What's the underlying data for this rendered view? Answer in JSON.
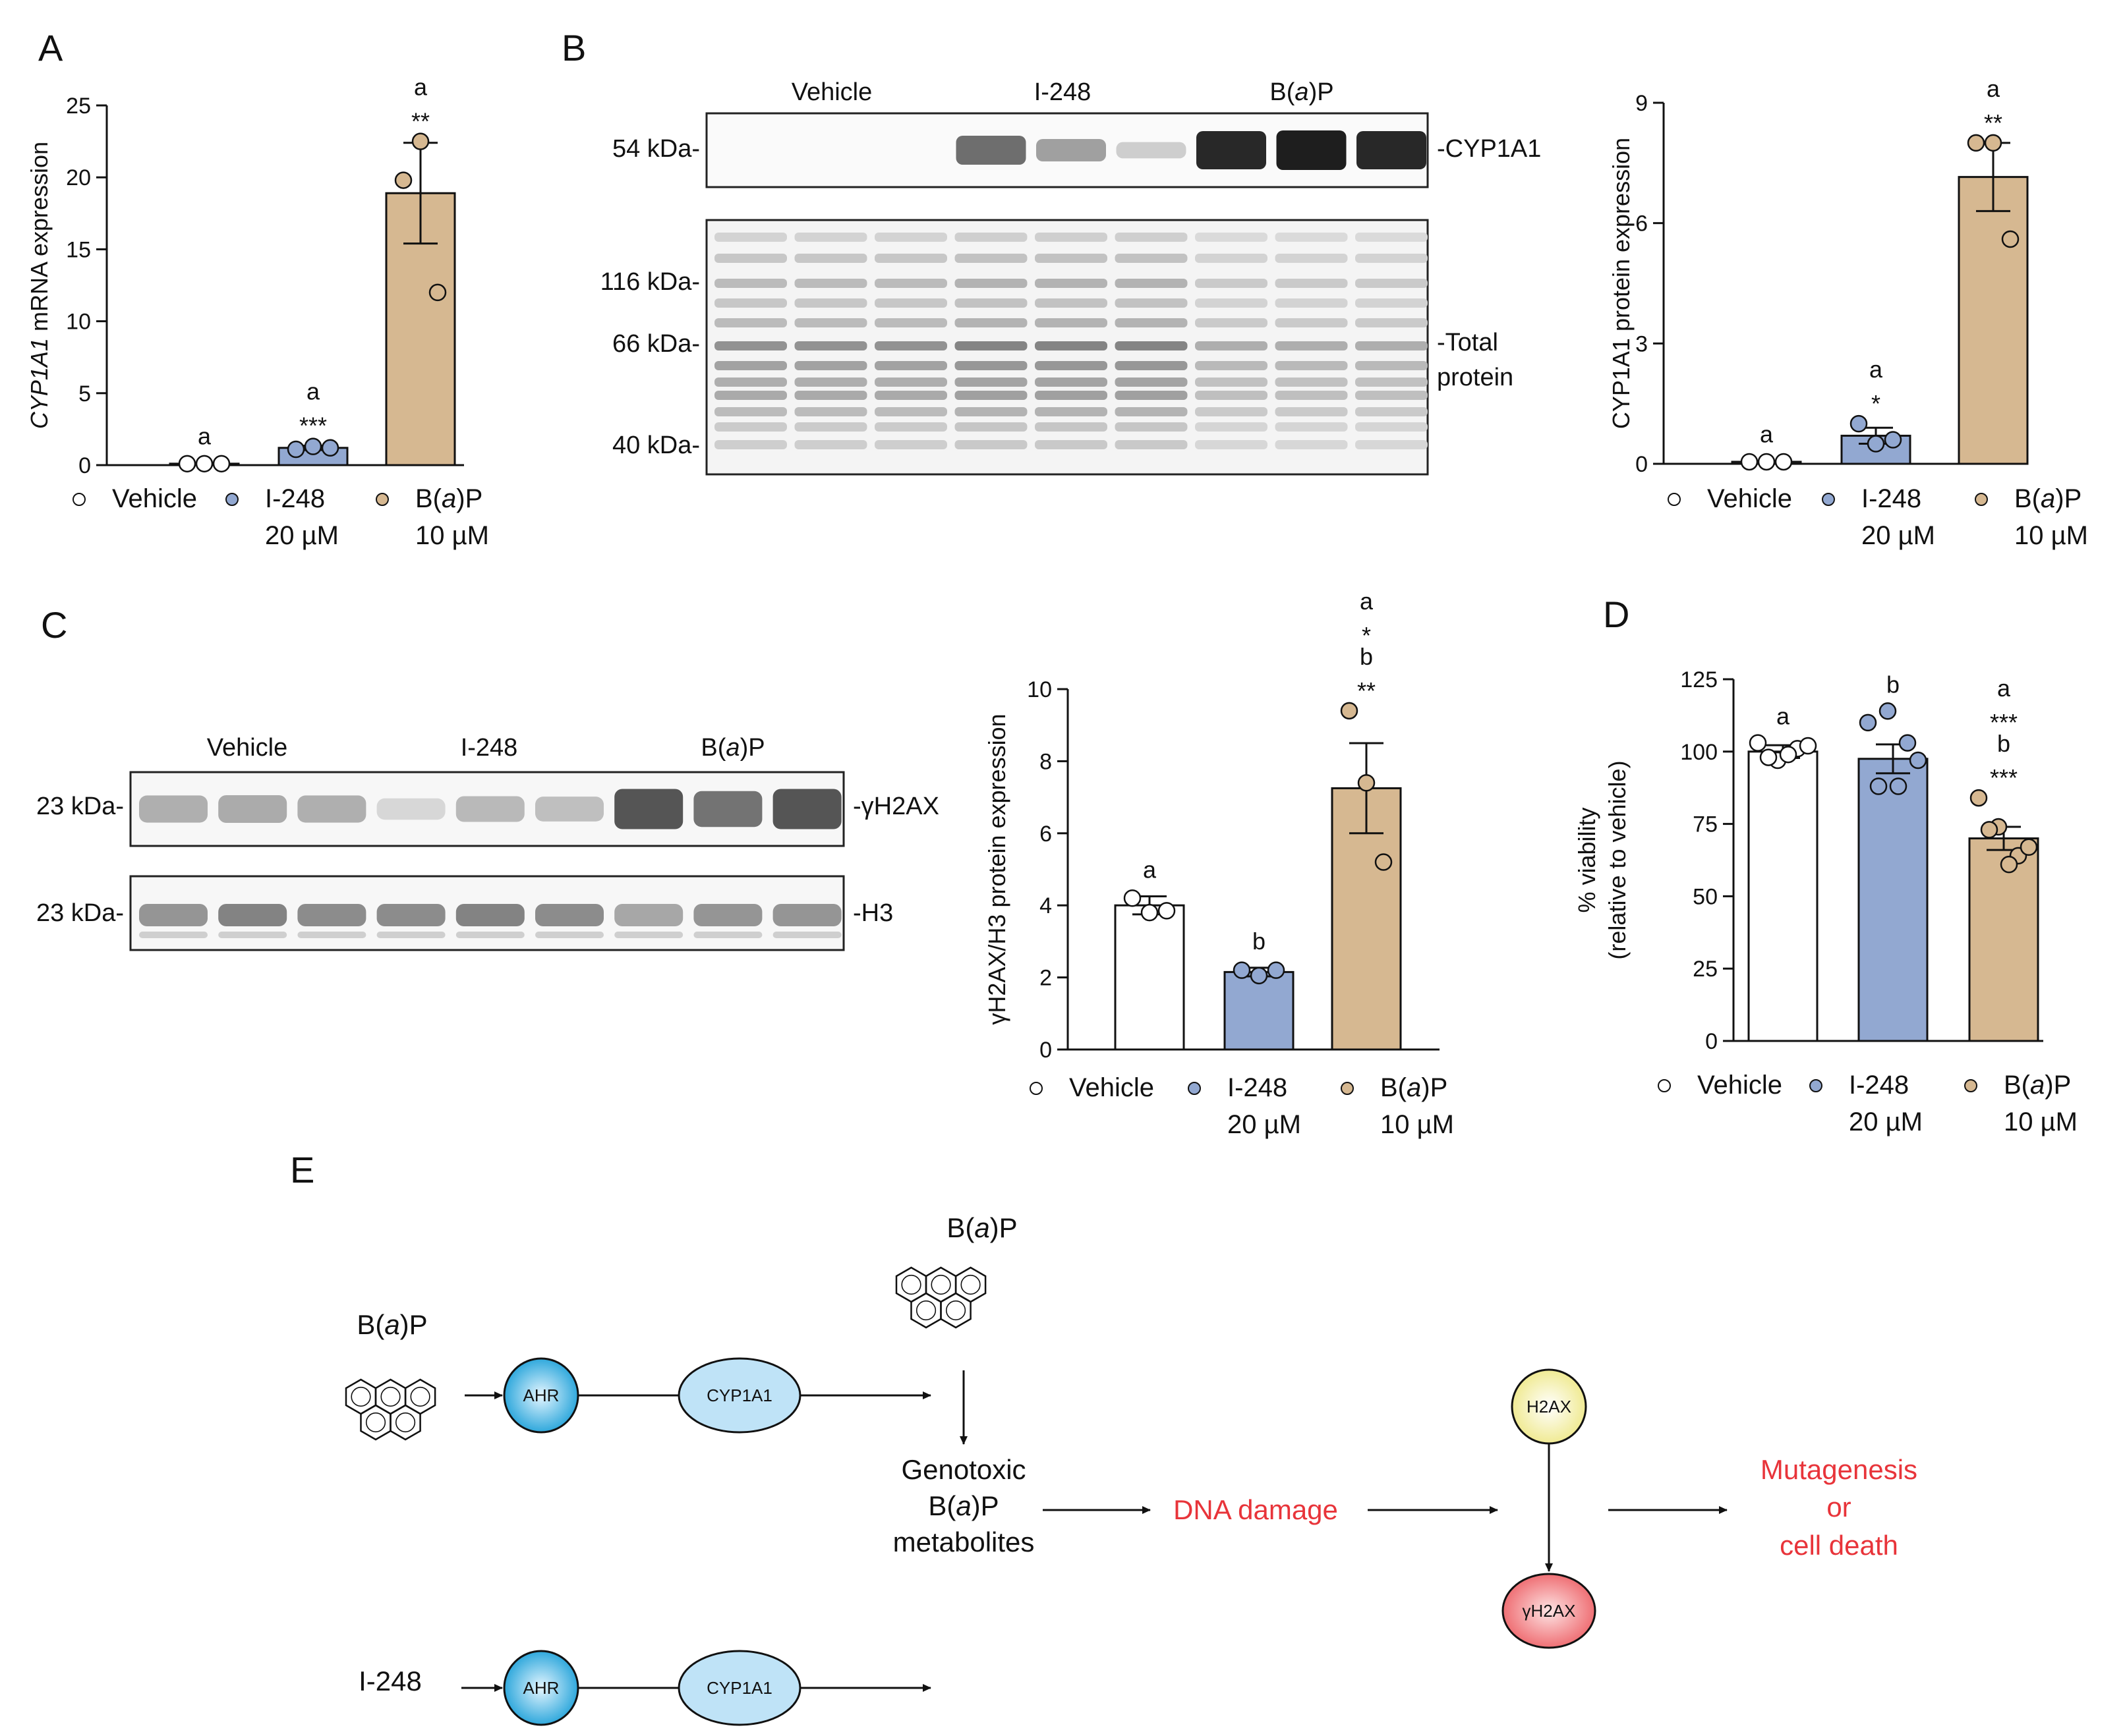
{
  "panels": {
    "A": "A",
    "B": "B",
    "C": "C",
    "D": "D",
    "E": "E"
  },
  "legend": [
    {
      "label": "Vehicle",
      "sub": "",
      "color": "#ffffff"
    },
    {
      "label": "I-248",
      "sub": "20 µM",
      "color": "#92a8d1"
    },
    {
      "label": "B(a)P",
      "sub": "10 µM",
      "color": "#d6b891"
    }
  ],
  "colors": {
    "vehicle": "#ffffff",
    "i248": "#92a8d1",
    "bap": "#d6b891",
    "red": "#e8343a",
    "ahr": "#2fa8dc",
    "cyp": "#bfe3f7",
    "h2ax": "#f7f3b0",
    "gh2ax": "#ef6f74"
  },
  "chart_data": [
    {
      "id": "A",
      "type": "bar",
      "ylabel": "CYP1A1 mRNA expression",
      "ylabel_italic": "CYP1A1",
      "ylabel_rest": " mRNA expression",
      "ylim": [
        0,
        25
      ],
      "yticks": [
        0,
        5,
        10,
        15,
        20,
        25
      ],
      "categories": [
        "Vehicle",
        "I-248 20 µM",
        "B(a)P 10 µM"
      ],
      "values": [
        0.1,
        1.2,
        18.9
      ],
      "sem": [
        0.05,
        0.15,
        3.5
      ],
      "points": [
        [
          0.1,
          0.1,
          0.1
        ],
        [
          1.1,
          1.3,
          1.2
        ],
        [
          19.8,
          22.5,
          12.0
        ]
      ],
      "annotations": [
        [
          "a"
        ],
        [
          "a",
          "***"
        ],
        [
          "a",
          "**"
        ]
      ]
    },
    {
      "id": "B",
      "type": "bar",
      "ylabel": "CYP1A1 protein expression",
      "ylim": [
        0,
        9
      ],
      "yticks": [
        0,
        3,
        6,
        9
      ],
      "categories": [
        "Vehicle",
        "I-248 20 µM",
        "B(a)P 10 µM"
      ],
      "values": [
        0.05,
        0.7,
        7.15
      ],
      "sem": [
        0.02,
        0.2,
        0.85
      ],
      "points": [
        [
          0.05,
          0.05,
          0.05
        ],
        [
          1.0,
          0.5,
          0.6
        ],
        [
          8.0,
          8.0,
          5.6
        ]
      ],
      "annotations": [
        [
          "a"
        ],
        [
          "a",
          "*"
        ],
        [
          "a",
          "**"
        ]
      ]
    },
    {
      "id": "C",
      "type": "bar",
      "ylabel": "γH2AX/H3 protein expression",
      "ylim": [
        0,
        10
      ],
      "yticks": [
        0,
        2,
        4,
        6,
        8,
        10
      ],
      "categories": [
        "Vehicle",
        "I-248 20 µM",
        "B(a)P 10 µM"
      ],
      "values": [
        4.0,
        2.15,
        7.25
      ],
      "sem": [
        0.25,
        0.12,
        1.25
      ],
      "points": [
        [
          4.2,
          3.8,
          3.85
        ],
        [
          2.2,
          2.05,
          2.2
        ],
        [
          9.4,
          7.4,
          5.2
        ]
      ],
      "annotations": [
        [
          "a"
        ],
        [
          "b"
        ],
        [
          "a",
          "*",
          "b",
          "**"
        ]
      ]
    },
    {
      "id": "D",
      "type": "bar",
      "ylabel": "% viability",
      "ylabel2": "(relative to vehicle)",
      "ylim": [
        0,
        125
      ],
      "yticks": [
        0,
        25,
        50,
        75,
        100,
        125
      ],
      "categories": [
        "Vehicle",
        "I-248 20 µM",
        "B(a)P 10 µM"
      ],
      "values": [
        100,
        97.5,
        70
      ],
      "sem": [
        2.2,
        5,
        4
      ],
      "points": [
        [
          103,
          97,
          101,
          98,
          99,
          102
        ],
        [
          110,
          114,
          103,
          88,
          88,
          97
        ],
        [
          84,
          74,
          64,
          73,
          61,
          67
        ]
      ],
      "annotations": [
        [
          "a"
        ],
        [
          "b"
        ],
        [
          "a",
          "***",
          "b",
          "***"
        ]
      ]
    }
  ],
  "blotB": {
    "groups": [
      "Vehicle",
      "I-248",
      "B(a)P"
    ],
    "top_marker": "54 kDa-",
    "top_label": "-CYP1A1",
    "markers": [
      "116 kDa-",
      "66 kDa-",
      "40 kDa-"
    ],
    "bottom_label_1": "-Total",
    "bottom_label_2": "protein",
    "cyp_intensity": [
      0,
      0,
      0,
      0.6,
      0.35,
      0.12,
      0.95,
      1.0,
      0.95
    ]
  },
  "blotC": {
    "groups": [
      "Vehicle",
      "I-248",
      "B(a)P"
    ],
    "marker1": "23 kDa-",
    "label1": "-γH2AX",
    "marker2": "23 kDa-",
    "label2": "-H3",
    "gh2ax_intensity": [
      0.3,
      0.32,
      0.3,
      0.1,
      0.25,
      0.22,
      0.75,
      0.6,
      0.75
    ]
  },
  "diagram": {
    "bap_1": "B(a)P",
    "bap_2": "B(a)P",
    "ahr": "AHR",
    "cyp1a1": "CYP1A1",
    "genotoxic_1": "Genotoxic",
    "genotoxic_2": "B(a)P",
    "genotoxic_3": "metabolites",
    "dna_damage": "DNA damage",
    "h2ax": "H2AX",
    "gh2ax": "γH2AX",
    "outcome_1": "Mutagenesis",
    "outcome_2": "or",
    "outcome_3": "cell death",
    "i248": "I-248"
  }
}
